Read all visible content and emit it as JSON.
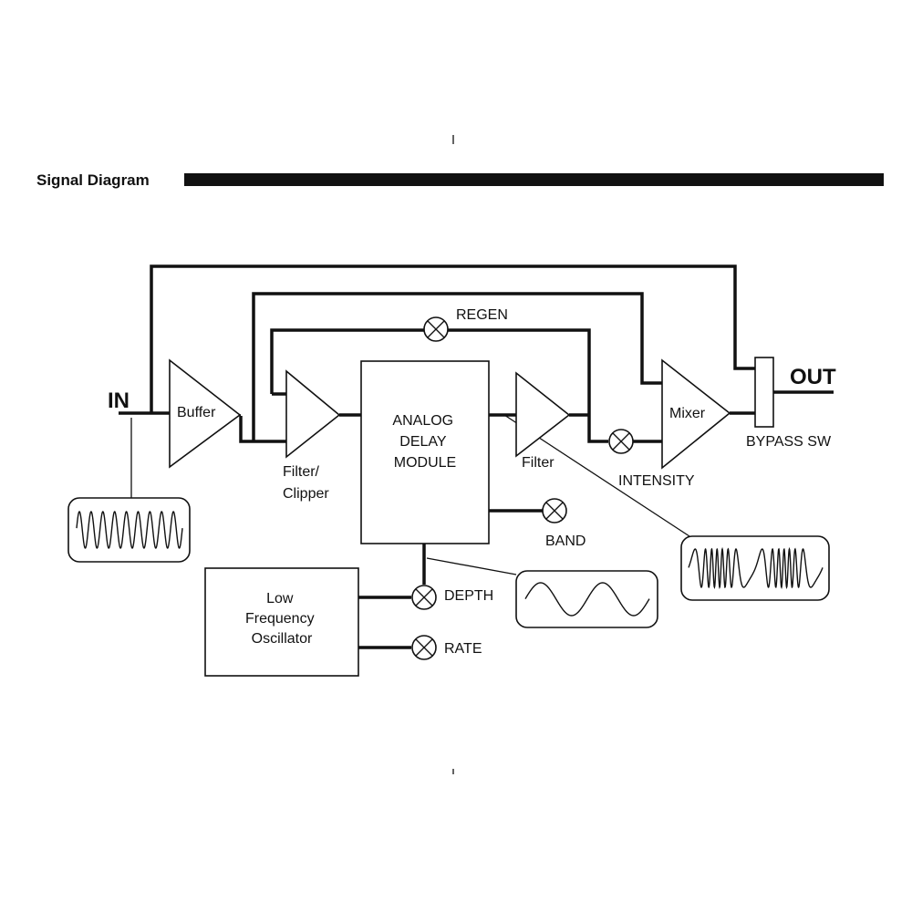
{
  "header": {
    "title": "Signal Diagram"
  },
  "io": {
    "in_label": "IN",
    "out_label": "OUT"
  },
  "blocks": {
    "buffer": "Buffer",
    "filter_clipper": [
      "Filter/",
      "Clipper"
    ],
    "delay_module": [
      "ANALOG",
      "DELAY",
      "MODULE"
    ],
    "filter": "Filter",
    "mixer": "Mixer",
    "bypass": "BYPASS SW",
    "lfo": [
      "Low",
      "Frequency",
      "Oscillator"
    ]
  },
  "controls": {
    "regen": "REGEN",
    "intensity": "INTENSITY",
    "band": "BAND",
    "depth": "DEPTH",
    "rate": "RATE"
  },
  "waveforms": [
    {
      "id": "input-waveform",
      "shape": "uniform sine"
    },
    {
      "id": "lfo-waveform",
      "shape": "slow sine"
    },
    {
      "id": "output-waveform",
      "shape": "modulated sine"
    }
  ]
}
